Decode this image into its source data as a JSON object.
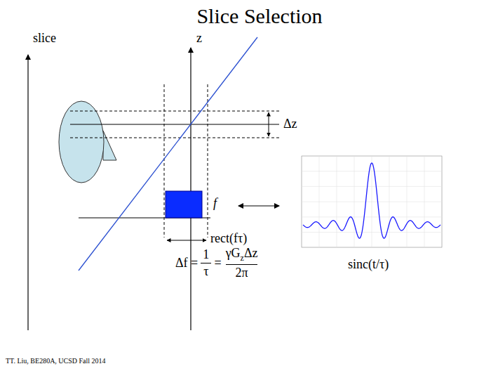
{
  "diagram": {
    "title": "Slice Selection",
    "caption": "TT. Liu, BE280A, UCSD Fall 2014",
    "labels": [
      "slice",
      "z",
      "Δz",
      "f",
      "rect(fτ)",
      "sinc(t/τ)",
      "Δf =",
      "1",
      "τ",
      "=",
      "γG",
      "z",
      "Δz",
      "2π"
    ]
  }
}
